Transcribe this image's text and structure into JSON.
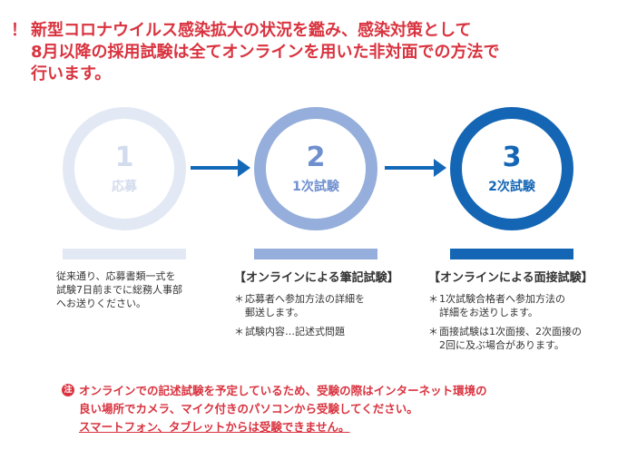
{
  "notice": {
    "mark": "！",
    "lines": [
      "新型コロナウイルス感染拡大の状況を鑑み、感染対策として",
      "8月以降の採用試験は全てオンラインを用いた非対面での方法で",
      "行います。"
    ]
  },
  "steps": [
    {
      "number": "1",
      "label": "応募"
    },
    {
      "number": "2",
      "label": "1次試験"
    },
    {
      "number": "3",
      "label": "2次試験"
    }
  ],
  "colors": {
    "step1": "#e3e9f4",
    "step2": "#95aedb",
    "step3": "#1466b5",
    "alert": "#d9333f"
  },
  "column1": {
    "lines": [
      "従来通り、応募書類一式を",
      "試験7日前までに総務人事部",
      "へお送りください。"
    ]
  },
  "column2": {
    "heading": "【オンラインによる筆記試験】",
    "bullets": [
      {
        "mark": "＊",
        "lines": [
          "応募者へ参加方法の詳細を",
          "郵送します。"
        ]
      },
      {
        "mark": "＊",
        "lines": [
          "試験内容…記述式問題"
        ]
      }
    ]
  },
  "column3": {
    "heading": "【オンラインによる面接試験】",
    "bullets": [
      {
        "mark": "＊",
        "lines": [
          "1次試験合格者へ参加方法の",
          "詳細をお送りします。"
        ]
      },
      {
        "mark": "＊",
        "lines": [
          "面接試験は1次面接、2次面接の",
          "2回に及ぶ場合があります。"
        ]
      }
    ]
  },
  "footer": {
    "badge": "注",
    "line1": "オンラインでの記述試験を予定しているため、受験の際はインターネット環境の",
    "line2": "良い場所でカメラ、マイク付きのパソコンから受験してください。",
    "line3": "スマートフォン、タブレットからは受験できません。"
  }
}
